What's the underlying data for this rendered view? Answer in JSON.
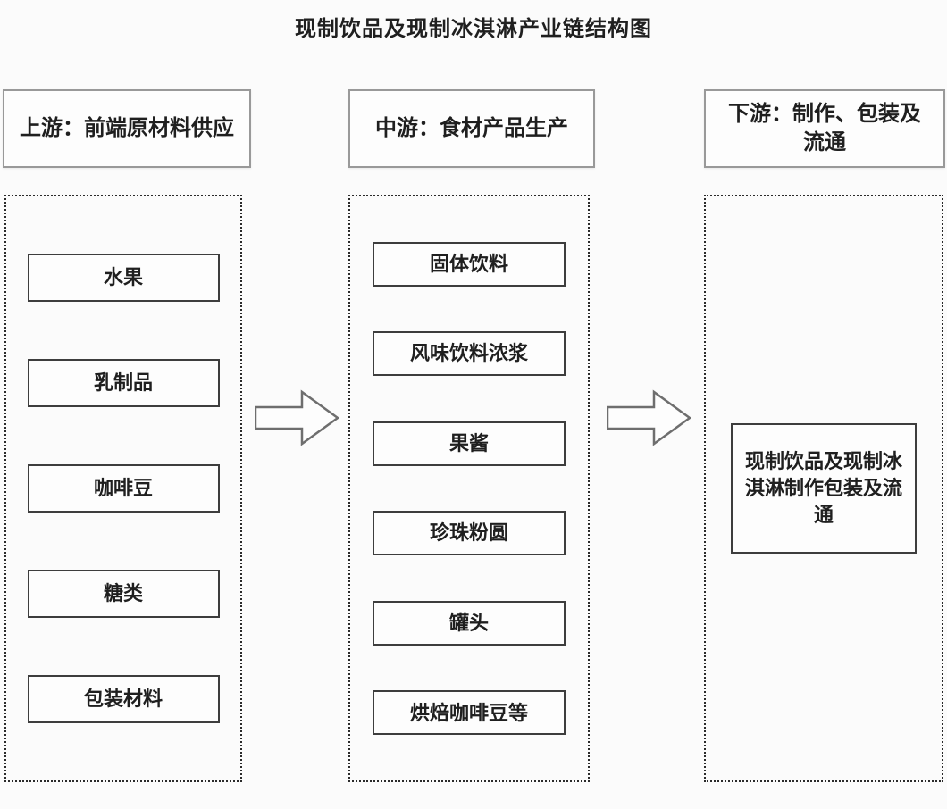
{
  "title": "现制饮品及现制冰淇淋产业链结构图",
  "columns": [
    {
      "header": "上游：前端原材料供应",
      "items": [
        "水果",
        "乳制品",
        "咖啡豆",
        "糖类",
        "包装材料"
      ]
    },
    {
      "header": "中游：食材产品生产",
      "items": [
        "固体饮料",
        "风味饮料浓浆",
        "果酱",
        "珍珠粉圆",
        "罐头",
        "烘焙咖啡豆等"
      ]
    },
    {
      "header": "下游：制作、包装及流通",
      "items": [
        "现制饮品及现制冰淇淋制作包装及流通"
      ]
    }
  ],
  "colors": {
    "bg": "#fbfbfb",
    "text": "#1f1f1f",
    "item_border": "#3d3d3d",
    "header_border": "#999999",
    "dotted_border": "#2a2a2a",
    "arrow_stroke": "#6e6e6e"
  }
}
